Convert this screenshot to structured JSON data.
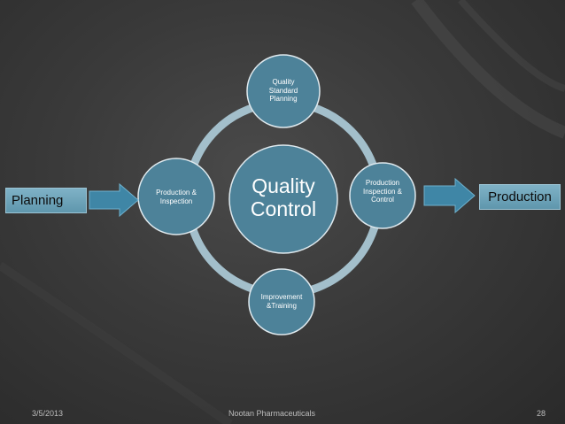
{
  "flow": {
    "left_label": "Planning",
    "right_label": "Production"
  },
  "cycle": {
    "center": "Quality\nControl",
    "top": "Quality\nStandard\nPlanning",
    "right": "Production\nInspection &\nControl",
    "bottom": "Improvement\n&Training",
    "left": "Production &\nInspection"
  },
  "footer": {
    "date": "3/5/2013",
    "company": "Nootan Pharmaceuticals",
    "page": "28"
  },
  "colors": {
    "node_fill": "#4d8299",
    "ring": "#a3bfcb",
    "arrow": "#3f86a6",
    "label_box": "#77aabf"
  }
}
